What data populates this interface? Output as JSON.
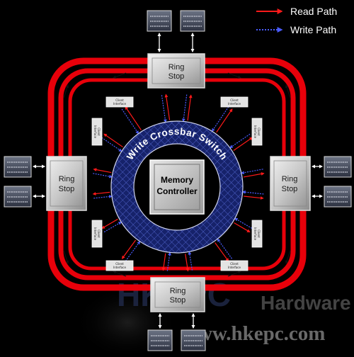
{
  "legend": {
    "read_label": "Read Path",
    "write_label": "Write Path",
    "read_color": "#ff1a1a",
    "write_color": "#2233cc"
  },
  "center": {
    "line1": "Memory",
    "line2": "Controller"
  },
  "crossbar": {
    "label": "Write Crossbar Switch"
  },
  "ring_stops": [
    {
      "id": "top",
      "line1": "Ring",
      "line2": "Stop"
    },
    {
      "id": "left",
      "line1": "Ring",
      "line2": "Stop"
    },
    {
      "id": "right",
      "line1": "Ring",
      "line2": "Stop"
    },
    {
      "id": "bottom",
      "line1": "Ring",
      "line2": "Stop"
    }
  ],
  "client": {
    "line1": "Client",
    "line2": "Interface"
  },
  "watermark": {
    "logo": "HKEPC",
    "tag": "Hardware",
    "url": "www.hkepc.com"
  },
  "colors": {
    "ring_red": "#e8000a",
    "crossbar_blue": "#1c2a78",
    "background": "#000000"
  }
}
